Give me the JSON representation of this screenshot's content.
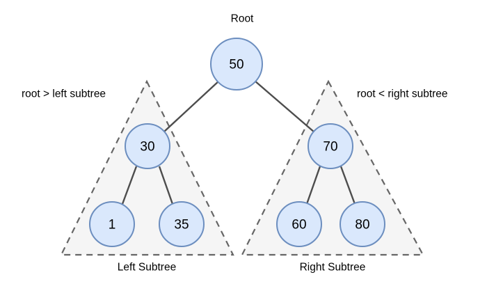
{
  "diagram": {
    "type": "binary-search-tree",
    "background_color": "#ffffff",
    "node_fill": "#dae8fc",
    "node_stroke": "#6c8ebf",
    "edge_color": "#4d4d4d",
    "region_fill": "#f5f5f5",
    "region_stroke": "#666666",
    "text_color": "#000000"
  },
  "root": {
    "caption": "Root",
    "value": "50"
  },
  "left_subtree": {
    "annotation": "root > left subtree",
    "caption": "Left Subtree",
    "root_value": "30",
    "children": [
      {
        "value": "1"
      },
      {
        "value": "35"
      }
    ]
  },
  "right_subtree": {
    "annotation": "root < right subtree",
    "caption": "Right Subtree",
    "root_value": "70",
    "children": [
      {
        "value": "60"
      },
      {
        "value": "80"
      }
    ]
  }
}
